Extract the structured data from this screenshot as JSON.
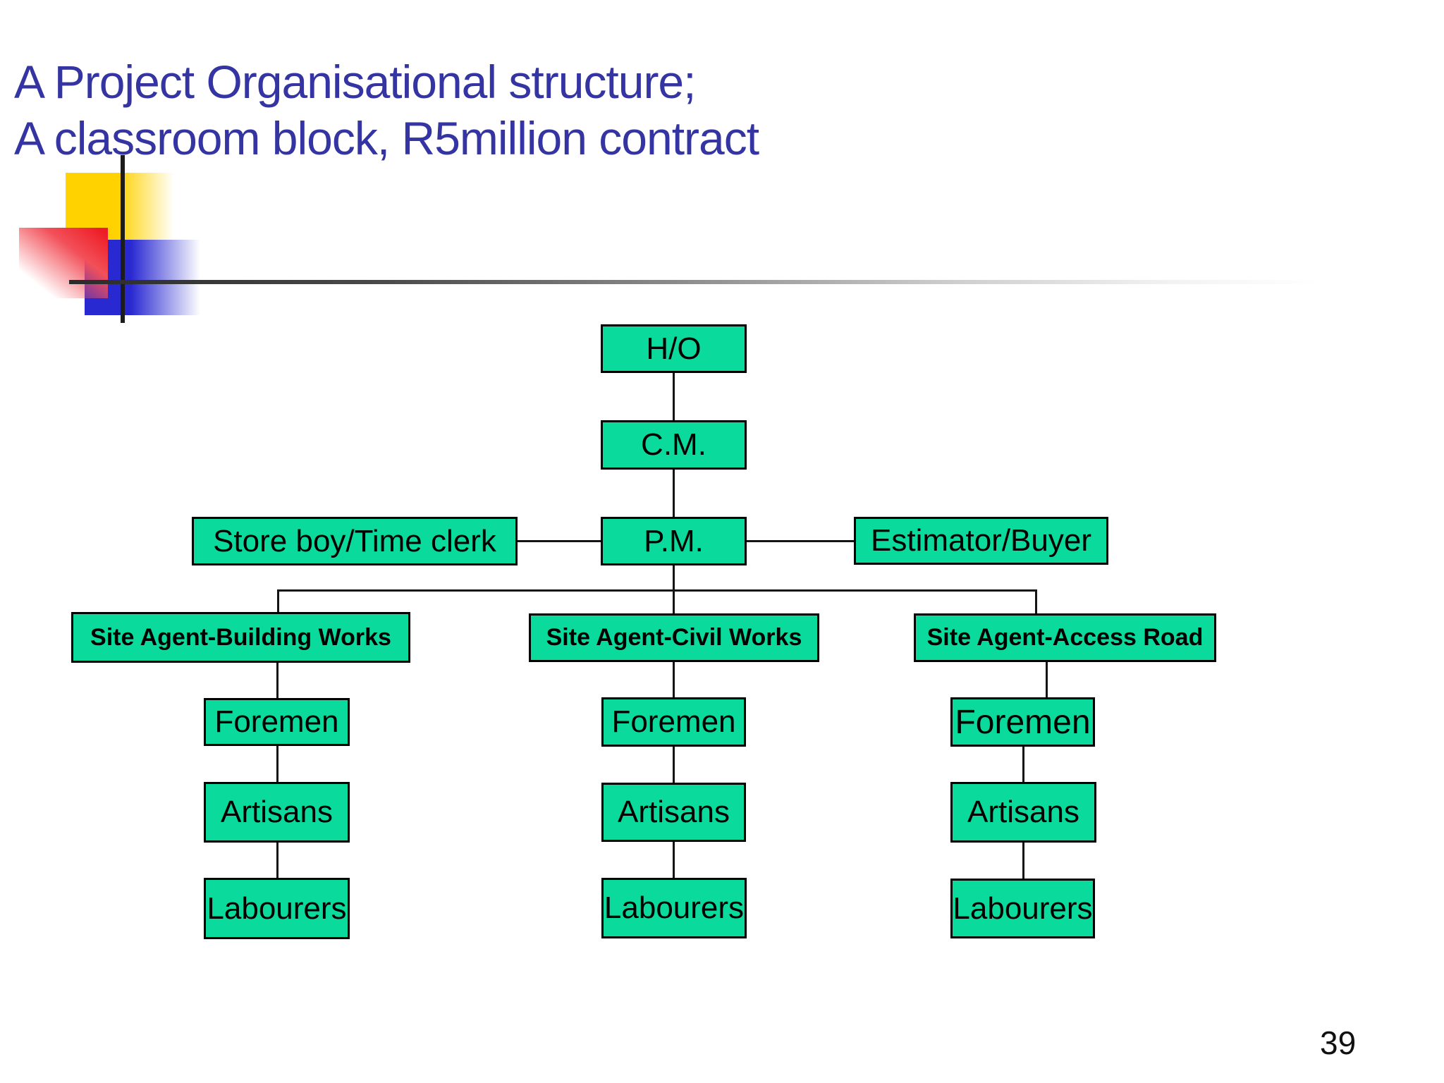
{
  "slide": {
    "title_line1": "A Project Organisational structure;",
    "title_line2": "A classroom block, R5million contract",
    "page_number": "39"
  },
  "colors": {
    "title_text": "#3434A2",
    "box_fill": "#0ADB9C",
    "box_border": "#000000",
    "connector_line": "#141414",
    "decor_yellow": "#FFD200",
    "decor_red": "#EE1C25",
    "decor_blue": "#2929D2",
    "divider_gradient_start": "#2B2B2B"
  },
  "org_chart": {
    "top": {
      "head_office": "H/O",
      "contracts_manager": "C.M.",
      "project_manager": "P.M."
    },
    "staff": {
      "store_clerk": "Store boy/Time clerk",
      "estimator": "Estimator/Buyer"
    },
    "columns": [
      {
        "agent": "Site Agent-Building Works",
        "levels": [
          "Foremen",
          "Artisans",
          "Labourers"
        ]
      },
      {
        "agent": "Site Agent-Civil Works",
        "levels": [
          "Foremen",
          "Artisans",
          "Labourers"
        ]
      },
      {
        "agent": "Site Agent-Access Road",
        "levels": [
          "Foremen",
          "Artisans",
          "Labourers"
        ]
      }
    ]
  }
}
